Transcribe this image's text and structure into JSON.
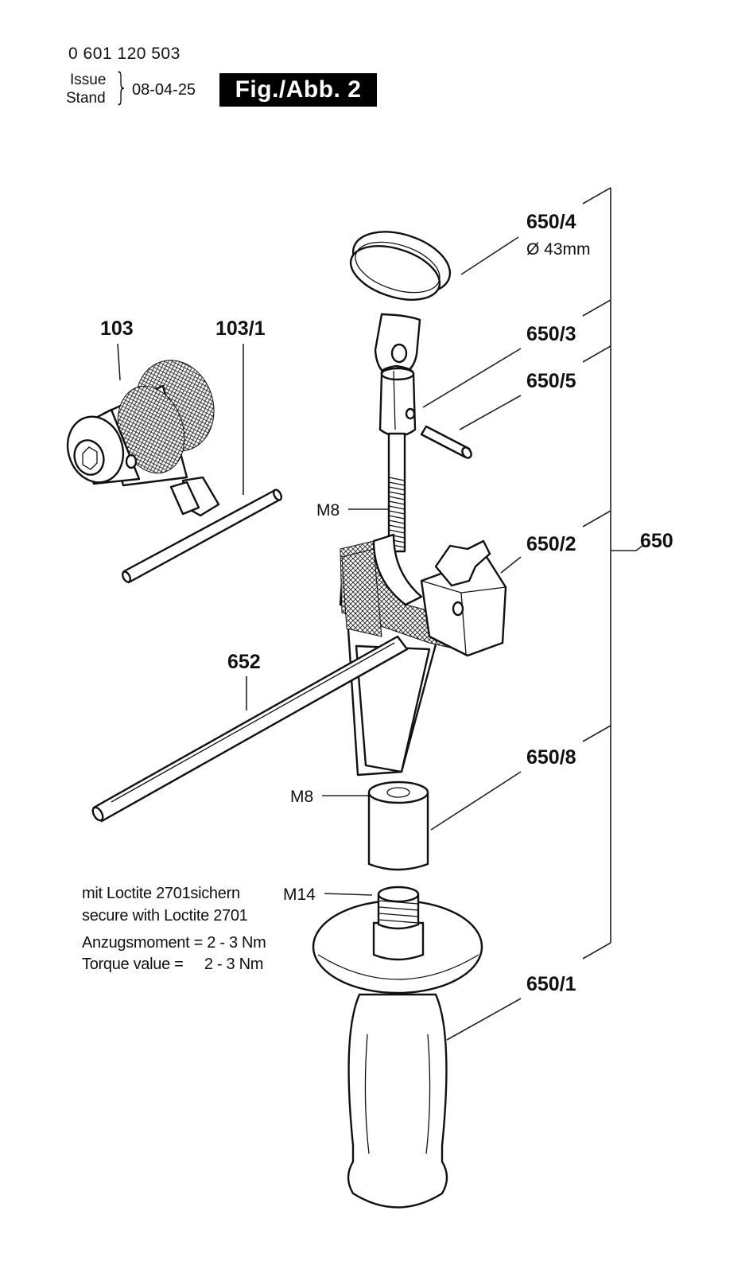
{
  "header": {
    "part_number": "0 601 120 503",
    "issue_label": "Issue",
    "stand_label": "Stand",
    "date": "08-04-25",
    "figure_label": "Fig./Abb. 2"
  },
  "callouts": {
    "c103": "103",
    "c103_1": "103/1",
    "c650_4": "650/4",
    "c650_4_dim": "Ø 43mm",
    "c650_3": "650/3",
    "c650_5": "650/5",
    "m8_rod": "M8",
    "c650_2": "650/2",
    "c650": "650",
    "c652": "652",
    "c650_8": "650/8",
    "m8_nut": "M8",
    "m14": "M14",
    "c650_1": "650/1"
  },
  "notes": {
    "line1": "mit Loctite 2701sichern",
    "line2": "secure with Loctite 2701",
    "line3": "Anzugsmoment = 2 - 3 Nm",
    "line4": "Torque value =     2 - 3 Nm"
  }
}
